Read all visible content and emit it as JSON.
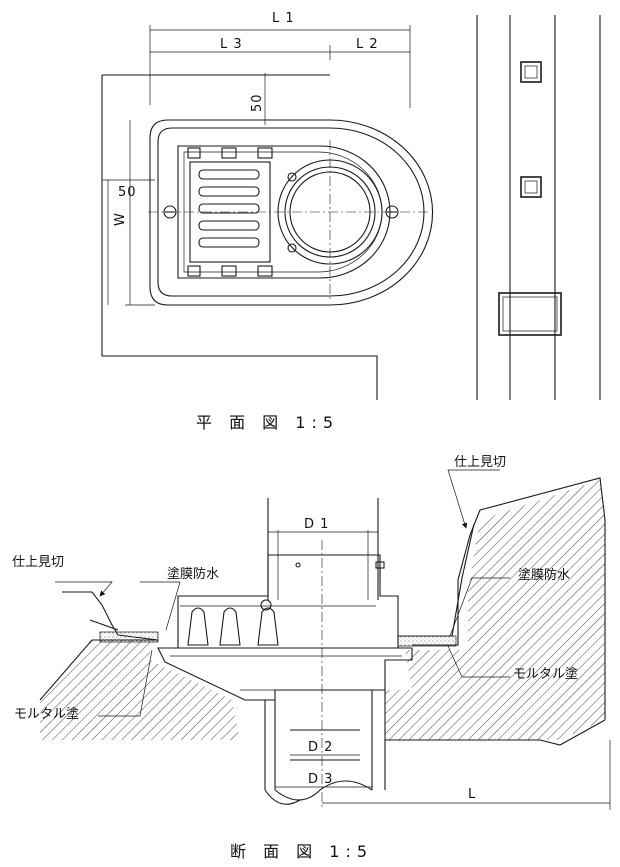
{
  "plan": {
    "dims": {
      "l1": "L 1",
      "l3": "L 3",
      "l2": "L 2",
      "top": "50",
      "side": "50",
      "w": "W"
    },
    "caption": "平 面 図  1:5"
  },
  "section": {
    "labels": {
      "finish_right": "仕上見切",
      "finish_left": "仕上見切",
      "waterproof_left": "塗膜防水",
      "waterproof_right": "塗膜防水",
      "mortar_left": "モルタル塗",
      "mortar_right": "モルタル塗"
    },
    "dims": {
      "d1": "D 1",
      "d2": "D 2",
      "d3": "D 3",
      "l": "L"
    },
    "caption": "断 面 図  1:5"
  }
}
